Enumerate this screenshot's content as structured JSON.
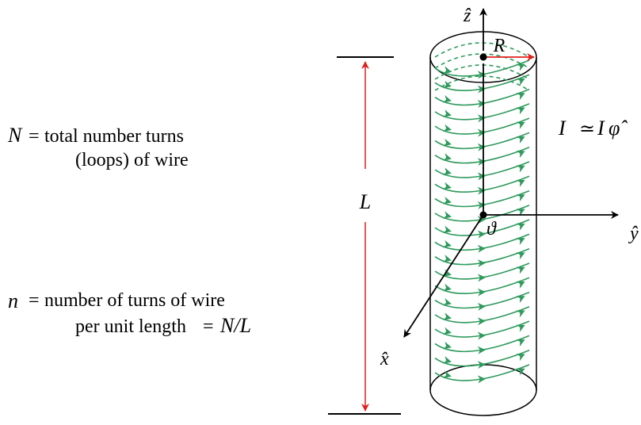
{
  "colors": {
    "coil": "#2e9a5c",
    "red": "#e0201b",
    "black": "#000000"
  },
  "definitions": {
    "N_symbol": "N",
    "N_eq": "=",
    "N_line1": "total number turns",
    "N_line2": "(loops) of wire",
    "n_symbol": "n",
    "n_eq": "=",
    "n_line1": "number of turns of wire",
    "n_line2": "per unit length",
    "n_eq2": "=",
    "n_ratio": "N/L"
  },
  "labels": {
    "length": "L",
    "radius": "R",
    "z_axis": "ẑ",
    "y_axis": "ŷ",
    "x_axis": "x̂",
    "angle": "ϑ",
    "current_vec": "I⃗",
    "current_approx": "≃",
    "current_mag": "I",
    "current_dir": "φ̂"
  },
  "coil": {
    "turns_visible": 22
  }
}
